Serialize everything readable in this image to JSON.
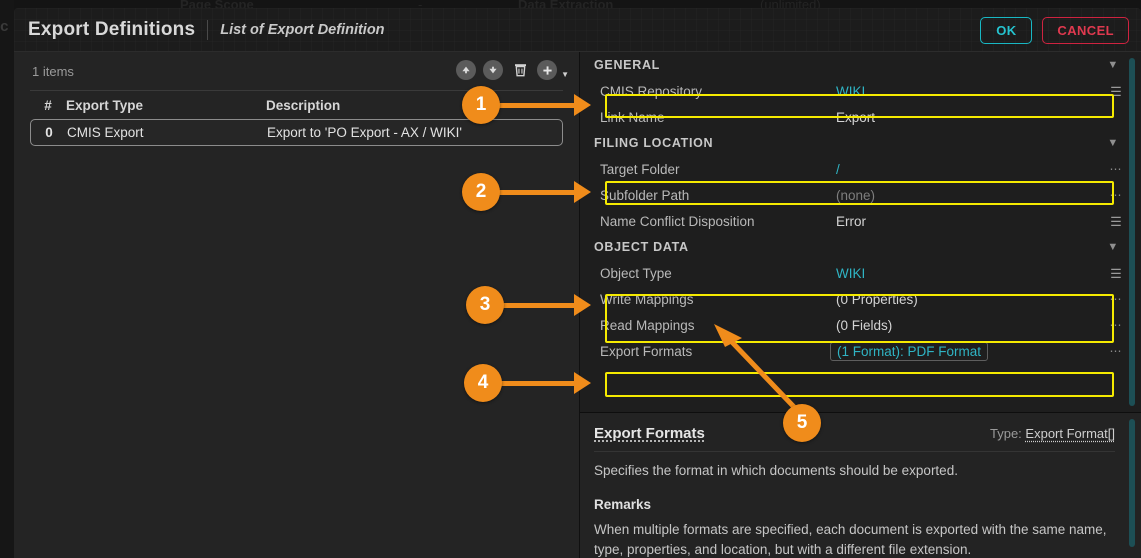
{
  "backdrop": {
    "text_fragments": [
      "Page Scope",
      "-",
      "Data Extraction",
      "(unlimited)"
    ],
    "left_glyph": "ic"
  },
  "dialog": {
    "title": "Export Definitions",
    "subtitle": "List of Export Definition",
    "buttons": {
      "ok": "OK",
      "cancel": "CANCEL",
      "ok_color": "#25c3cf",
      "cancel_color": "#e0394f"
    }
  },
  "list_panel": {
    "item_count": "1 items",
    "toolbar_icons": [
      {
        "name": "move-up-icon",
        "glyph": "▲"
      },
      {
        "name": "move-down-icon",
        "glyph": "▼"
      },
      {
        "name": "delete-icon",
        "glyph": "🗑"
      },
      {
        "name": "add-icon",
        "glyph": "+"
      },
      {
        "name": "add-dropdown-caret-icon",
        "glyph": "▼"
      }
    ],
    "columns": [
      "#",
      "Export Type",
      "Description"
    ],
    "rows": [
      {
        "index": "0",
        "type": "CMIS Export",
        "description": "Export to 'PO Export - AX / WIKI'",
        "selected": true
      }
    ]
  },
  "properties": {
    "sections": [
      {
        "name": "GENERAL",
        "rows": [
          {
            "label": "CMIS Repository",
            "value": "WIKI",
            "value_style": "accent",
            "action": "menu"
          },
          {
            "label": "Link Name",
            "value": "Export",
            "value_style": "normal",
            "action": "none"
          }
        ]
      },
      {
        "name": "FILING LOCATION",
        "rows": [
          {
            "label": "Target Folder",
            "value": "/",
            "value_style": "accent",
            "action": "dots"
          },
          {
            "label": "Subfolder Path",
            "value": "(none)",
            "value_style": "muted",
            "action": "dots"
          },
          {
            "label": "Name Conflict Disposition",
            "value": "Error",
            "value_style": "normal",
            "action": "menu"
          }
        ]
      },
      {
        "name": "OBJECT DATA",
        "rows": [
          {
            "label": "Object Type",
            "value": "WIKI",
            "value_style": "accent",
            "action": "menu"
          },
          {
            "label": "Write Mappings",
            "value": "(0 Properties)",
            "value_style": "normal",
            "action": "dots"
          },
          {
            "label": "Read Mappings",
            "value": "(0 Fields)",
            "value_style": "normal",
            "action": "dots"
          },
          {
            "label": "Export Formats",
            "value": "(1 Format): PDF Format",
            "value_style": "accent",
            "action": "dots",
            "boxed": true
          }
        ]
      }
    ]
  },
  "help": {
    "title": "Export Formats",
    "type_label": "Type:",
    "type_value": "Export Format[]",
    "description": "Specifies the format in which documents should be exported.",
    "remarks_heading": "Remarks",
    "remarks_body": "When multiple formats are specified, each document is exported with the same name, type, properties, and location, but with a different file extension."
  },
  "annotations": {
    "highlight_color": "#f5ea00",
    "badge_color": "#f08c1b",
    "callouts": [
      {
        "number": "1",
        "targets": "CMIS Repository"
      },
      {
        "number": "2",
        "targets": "Target Folder"
      },
      {
        "number": "3",
        "targets": "Object Type / Write Mappings"
      },
      {
        "number": "4",
        "targets": "Export Formats"
      },
      {
        "number": "5",
        "targets": "Write Mappings"
      }
    ]
  }
}
